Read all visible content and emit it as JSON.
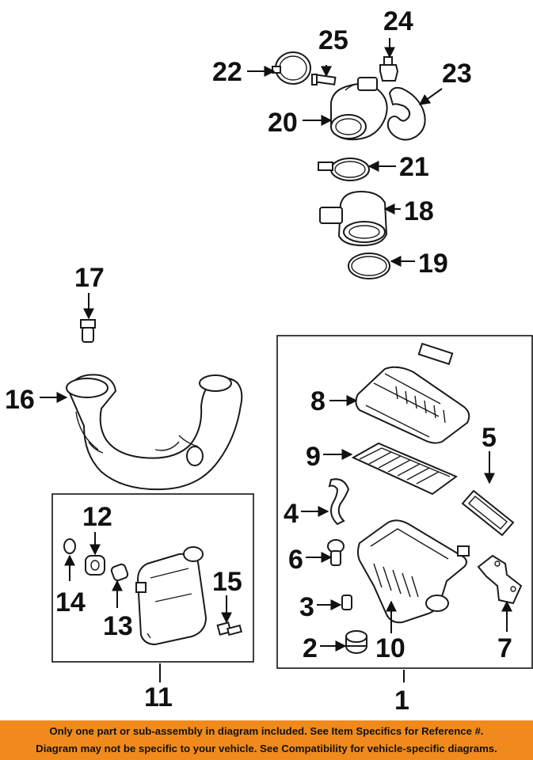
{
  "callouts": {
    "n1": "1",
    "n2": "2",
    "n3": "3",
    "n4": "4",
    "n5": "5",
    "n6": "6",
    "n7": "7",
    "n8": "8",
    "n9": "9",
    "n10": "10",
    "n11": "11",
    "n12": "12",
    "n13": "13",
    "n14": "14",
    "n15": "15",
    "n16": "16",
    "n17": "17",
    "n18": "18",
    "n19": "19",
    "n20": "20",
    "n21": "21",
    "n22": "22",
    "n23": "23",
    "n24": "24",
    "n25": "25"
  },
  "banner": {
    "line1": "Only one part or sub-assembly in diagram included. See Item Specifics for Reference #.",
    "line2": "Diagram may not be specific to your vehicle. See Compatibility for vehicle-specific diagrams."
  },
  "colors": {
    "banner": "#f08a1c",
    "ink": "#111111"
  }
}
